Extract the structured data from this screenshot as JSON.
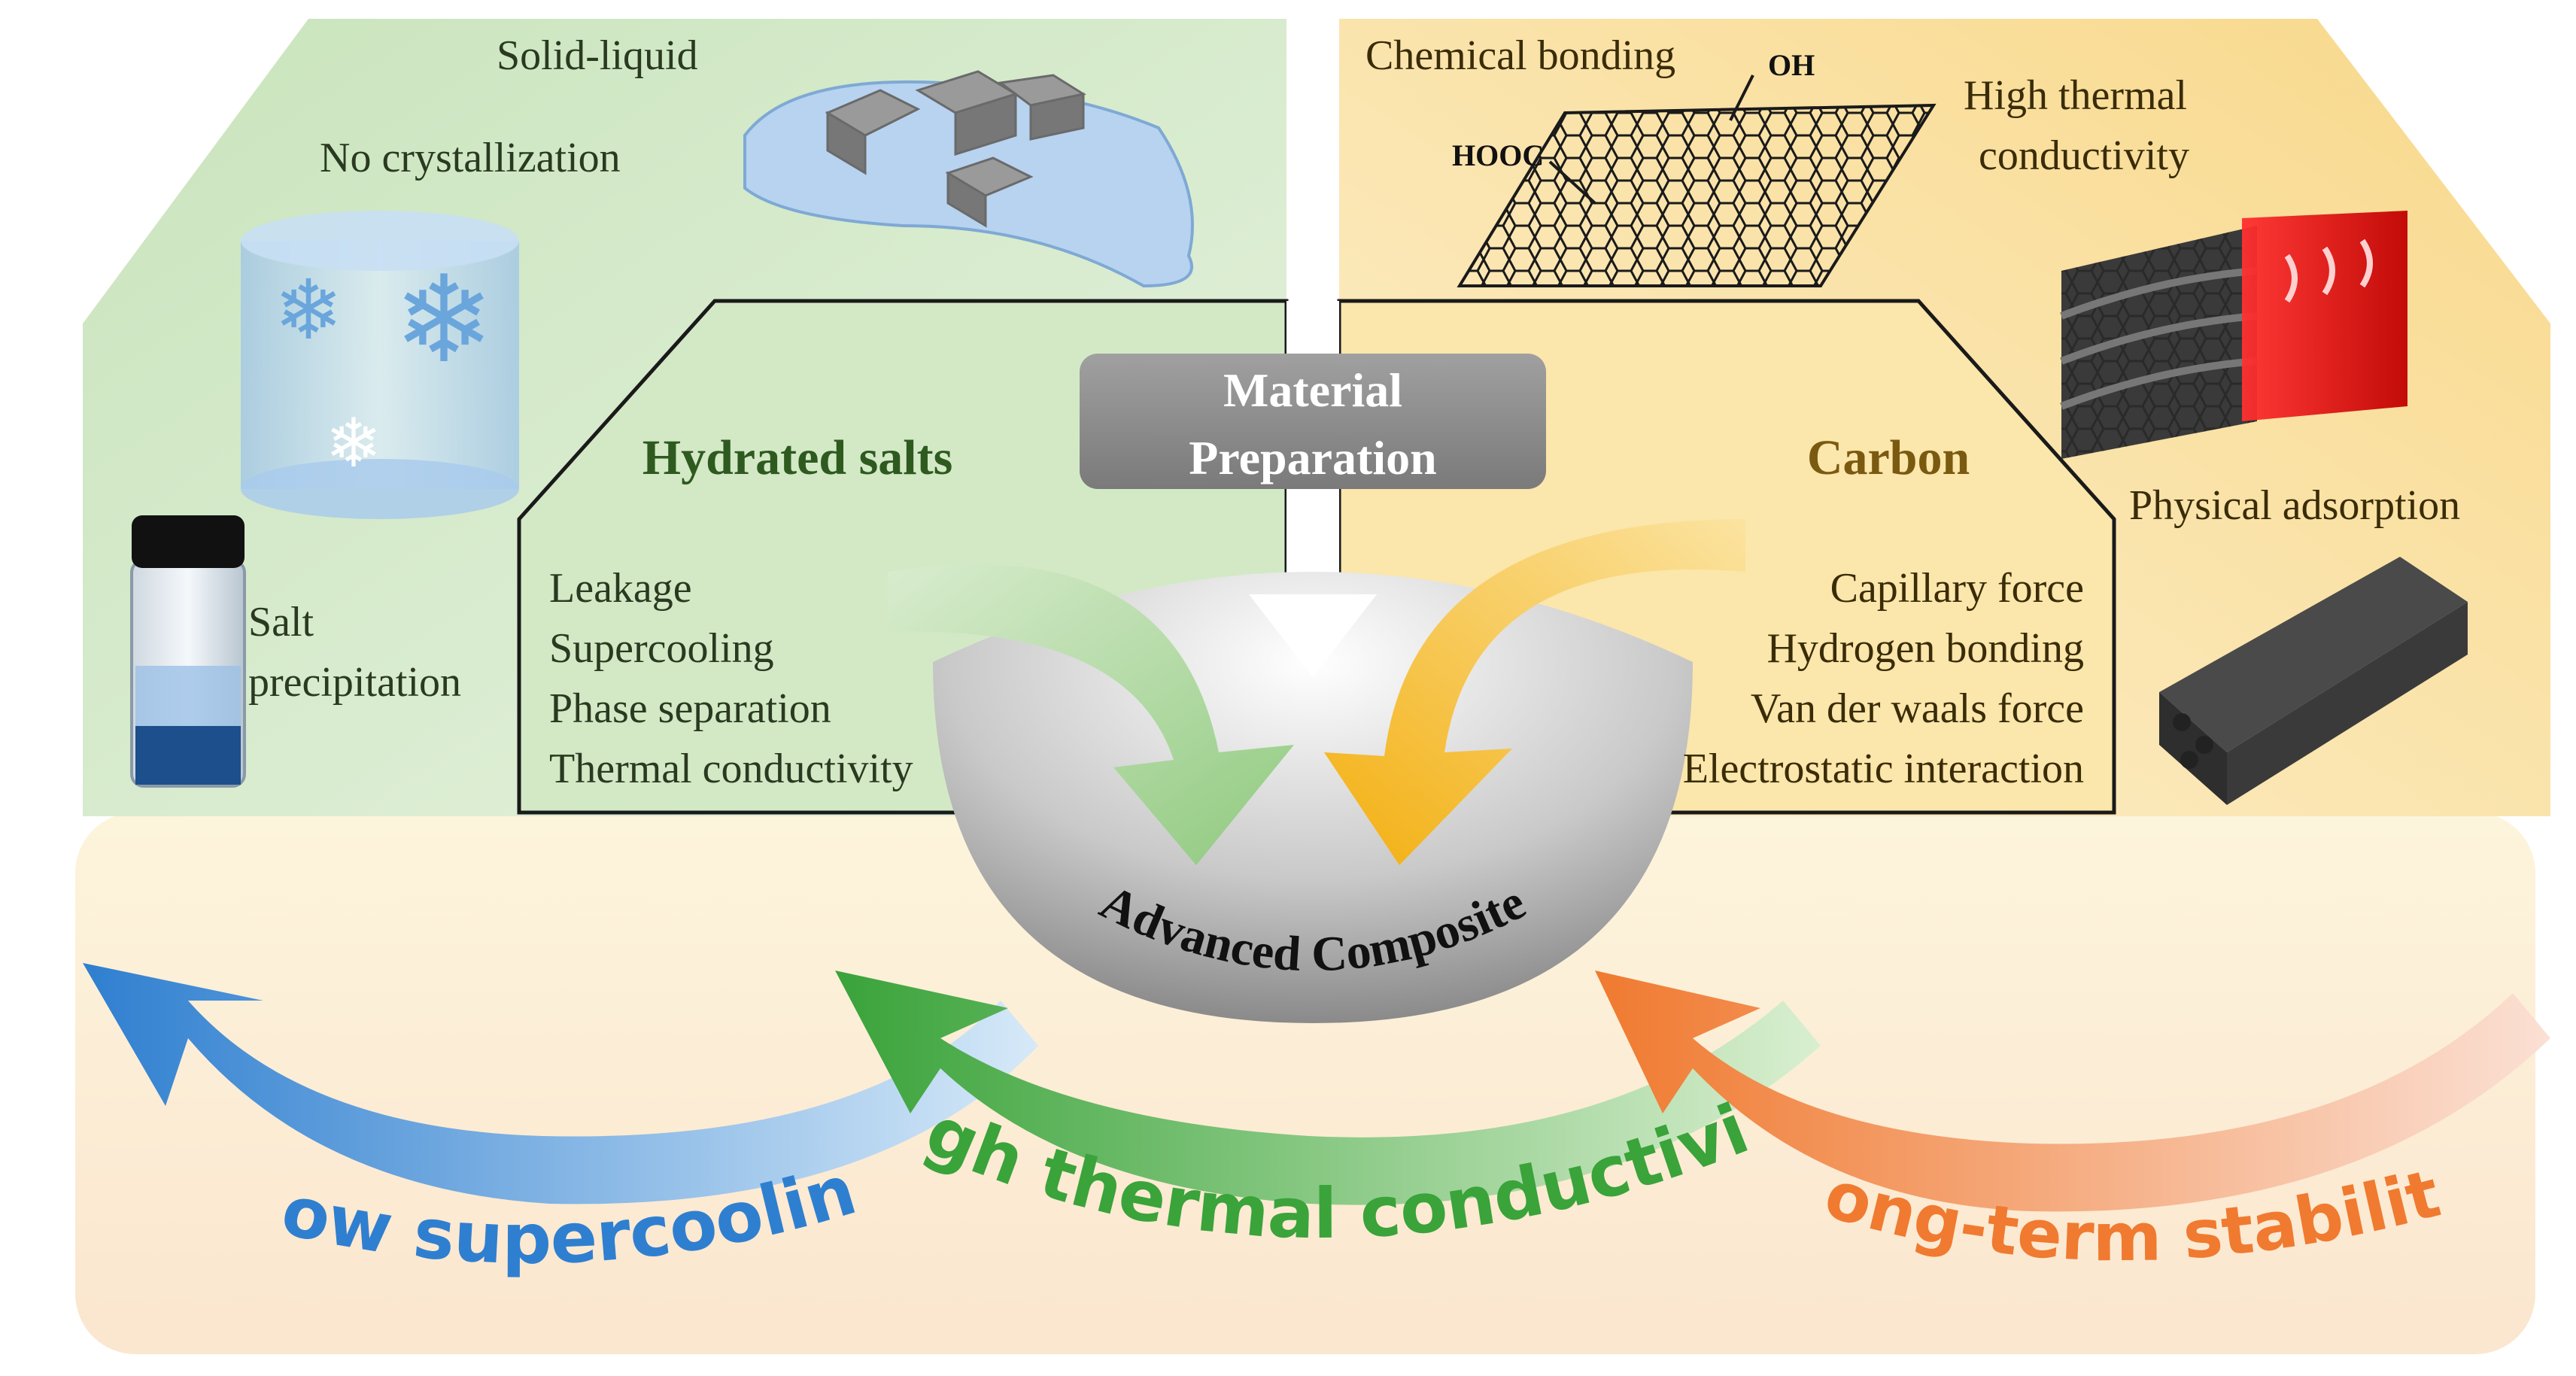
{
  "left_panel": {
    "solid_liquid": "Solid-liquid",
    "no_crystallization": "No crystallization",
    "salt": "Salt",
    "precipitation": "precipitation",
    "heading": "Hydrated salts",
    "issues": [
      "Leakage",
      "Supercooling",
      "Phase separation",
      "Thermal conductivity"
    ]
  },
  "right_panel": {
    "chemical_bonding": "Chemical bonding",
    "oh_label": "OH",
    "hooc_label": "HOOC",
    "high_thermal": "High thermal",
    "conductivity": "conductivity",
    "physical_adsorption": "Physical adsorption",
    "heading": "Carbon",
    "forces": [
      "Capillary force",
      "Hydrogen bonding",
      "Van der waals force",
      "Electrostatic interaction"
    ]
  },
  "center": {
    "material": "Material",
    "preparation": "Preparation",
    "composite": "Advanced Composite"
  },
  "outcomes": {
    "low_supercooling": "Low supercooling",
    "high_thermal_conductivity": "High thermal conductivity",
    "long_term_stability": "Long-term stability"
  },
  "colors": {
    "green_panel": "#d9ecd0",
    "yellow_panel": "#fbe7b4",
    "green_heading": "#2e5a1f",
    "carbon_heading": "#7a5a10",
    "blue": "#2f7fd0",
    "green": "#3aa33a",
    "orange": "#f07a30",
    "gray_box": "#8c8c8c"
  }
}
